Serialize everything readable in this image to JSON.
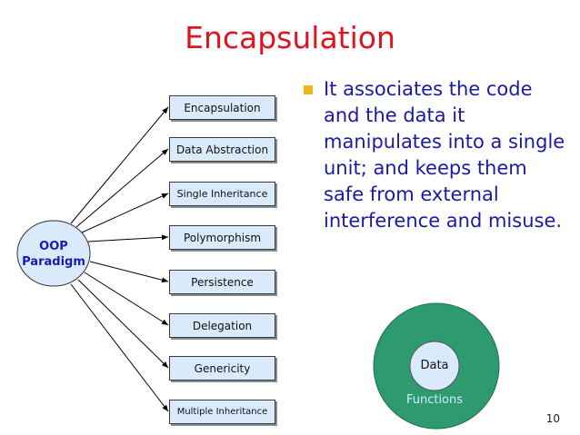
{
  "title": "Encapsulation",
  "center_node": {
    "line1": "OOP",
    "line2": "Paradigm"
  },
  "concepts": [
    "Encapsulation",
    "Data Abstraction",
    "Single Inheritance",
    "Polymorphism",
    "Persistence",
    "Delegation",
    "Genericity",
    "Multiple Inheritance"
  ],
  "bullet": {
    "text": "It associates the code and the data it manipulates into a single unit; and keeps them safe from external interference and misuse."
  },
  "rings": {
    "inner_label": "Data",
    "outer_label": "Functions"
  },
  "page_number": "10",
  "colors": {
    "title": "#e0141e",
    "box_fill": "#d9ebfb",
    "oop_fill": "#d9ebfb",
    "oop_text": "#1b1bb0",
    "bullet_text": "#1a1aa6",
    "bullet_marker": "#f2b21b",
    "outer_ring": "#2e9a70",
    "inner_ring": "#d9ebfb"
  }
}
